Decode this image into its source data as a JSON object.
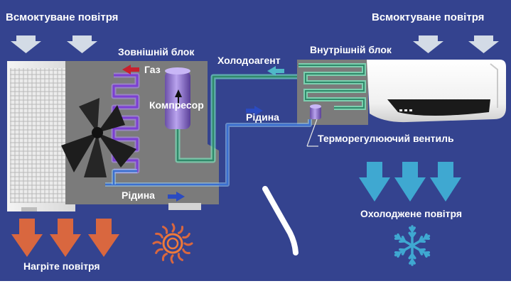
{
  "labels": {
    "intake_left": "Всмоктуване повітря",
    "intake_right": "Всмоктуване повітря",
    "outdoor_unit": "Зовнішній блок",
    "indoor_unit": "Внутрішній блок",
    "gas": "Газ",
    "refrigerant": "Холодоагент",
    "compressor": "Компресор",
    "liquid_top": "Рідина",
    "liquid_bottom": "Рідина",
    "expansion_valve": "Терморегулюючий вентиль",
    "cooled_air": "Охолоджене повітря",
    "heated_air": "Нагріте повітря"
  },
  "icons": {
    "sun": "sun-icon",
    "snowflake": "snowflake-icon"
  },
  "colors": {
    "background": "#34438f",
    "intake_arrow": "#d3dbe6",
    "heated_arrow": "#d9673f",
    "cooled_arrow": "#3fa8d1",
    "gas_arrow": "#c8202e",
    "refrigerant_arrow": "#4fb8c8",
    "liquid_arrow": "#2b4bc0",
    "pipe_glow": "#7ff3c6",
    "pipe_core": "#2f8a6a",
    "unit_panel": "#7b7b7b"
  }
}
